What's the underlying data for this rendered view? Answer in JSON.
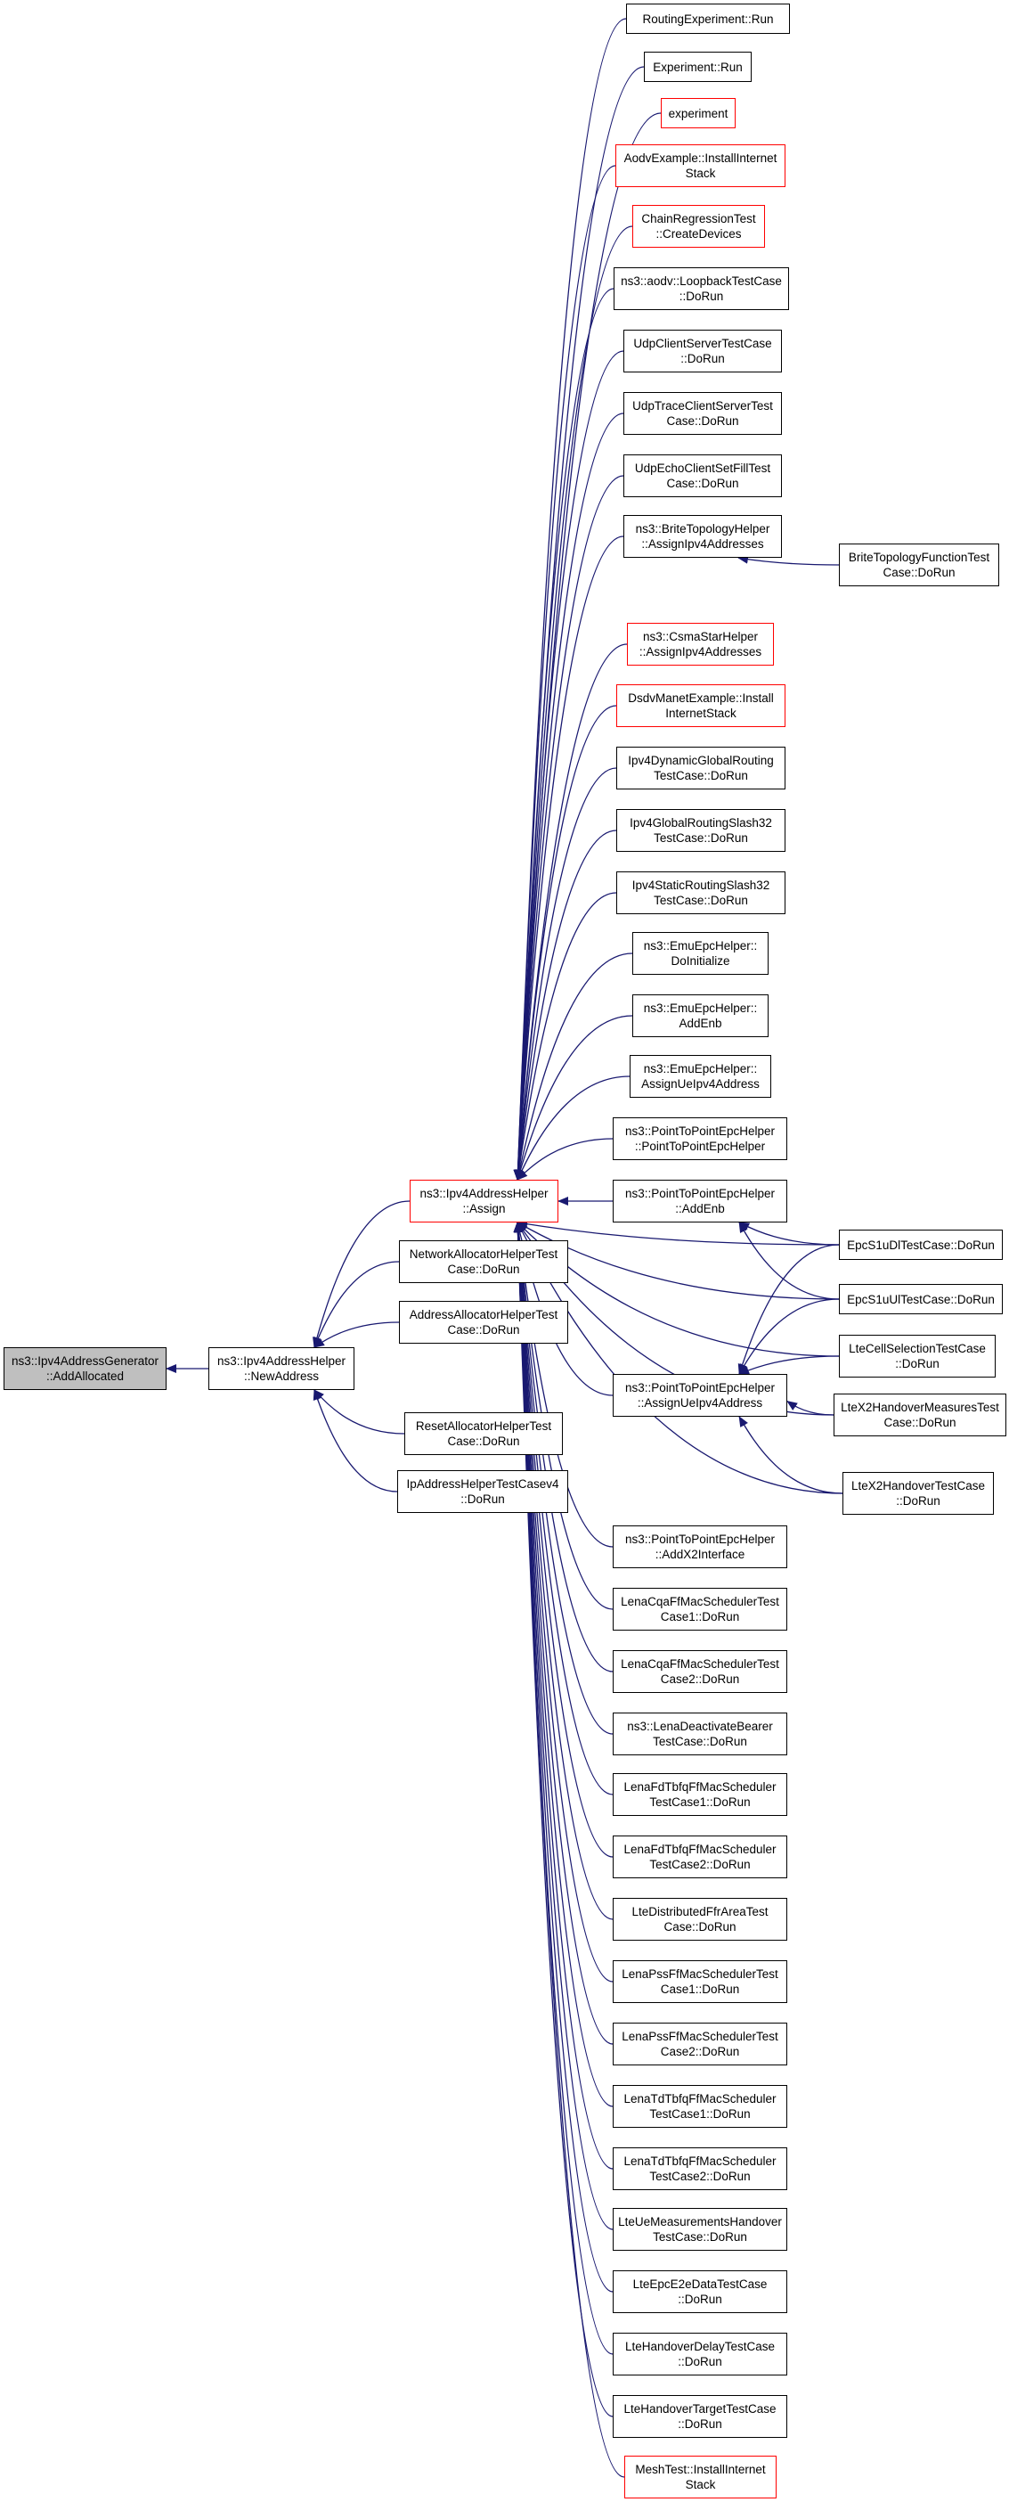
{
  "colors": {
    "edge": "#191970",
    "normal_border": "#000000",
    "truncated_border": "#ff0000",
    "root_fill": "#bfbfbf"
  },
  "nodes": [
    {
      "id": "root",
      "label": "ns3::Ipv4AddressGenerator\n::AddAllocated",
      "style": "root"
    },
    {
      "id": "newaddr",
      "label": "ns3::Ipv4AddressHelper\n::NewAddress",
      "style": "normal"
    },
    {
      "id": "assign",
      "label": "ns3::Ipv4AddressHelper\n::Assign",
      "style": "red"
    },
    {
      "id": "netalloc",
      "label": "NetworkAllocatorHelperTest\nCase::DoRun",
      "style": "normal"
    },
    {
      "id": "addralloc",
      "label": "AddressAllocatorHelperTest\nCase::DoRun",
      "style": "normal"
    },
    {
      "id": "resetalloc",
      "label": "ResetAllocatorHelperTest\nCase::DoRun",
      "style": "normal"
    },
    {
      "id": "ipaddrv4",
      "label": "IpAddressHelperTestCasev4\n::DoRun",
      "style": "normal"
    },
    {
      "id": "n1",
      "label": "RoutingExperiment::Run",
      "style": "normal"
    },
    {
      "id": "n2",
      "label": "Experiment::Run",
      "style": "normal"
    },
    {
      "id": "n3",
      "label": "experiment",
      "style": "red"
    },
    {
      "id": "n4",
      "label": "AodvExample::InstallInternet\nStack",
      "style": "red"
    },
    {
      "id": "n5",
      "label": "ChainRegressionTest\n::CreateDevices",
      "style": "red"
    },
    {
      "id": "n6",
      "label": "ns3::aodv::LoopbackTestCase\n::DoRun",
      "style": "normal"
    },
    {
      "id": "n7",
      "label": "UdpClientServerTestCase\n::DoRun",
      "style": "normal"
    },
    {
      "id": "n8",
      "label": "UdpTraceClientServerTest\nCase::DoRun",
      "style": "normal"
    },
    {
      "id": "n9",
      "label": "UdpEchoClientSetFillTest\nCase::DoRun",
      "style": "normal"
    },
    {
      "id": "n10",
      "label": "ns3::BriteTopologyHelper\n::AssignIpv4Addresses",
      "style": "normal"
    },
    {
      "id": "n11",
      "label": "ns3::CsmaStarHelper\n::AssignIpv4Addresses",
      "style": "red"
    },
    {
      "id": "n12",
      "label": "DsdvManetExample::Install\nInternetStack",
      "style": "red"
    },
    {
      "id": "n13",
      "label": "Ipv4DynamicGlobalRouting\nTestCase::DoRun",
      "style": "normal"
    },
    {
      "id": "n14",
      "label": "Ipv4GlobalRoutingSlash32\nTestCase::DoRun",
      "style": "normal"
    },
    {
      "id": "n15",
      "label": "Ipv4StaticRoutingSlash32\nTestCase::DoRun",
      "style": "normal"
    },
    {
      "id": "n16",
      "label": "ns3::EmuEpcHelper::\nDoInitialize",
      "style": "normal"
    },
    {
      "id": "n17",
      "label": "ns3::EmuEpcHelper::\nAddEnb",
      "style": "normal"
    },
    {
      "id": "n18",
      "label": "ns3::EmuEpcHelper::\nAssignUeIpv4Address",
      "style": "normal"
    },
    {
      "id": "n19",
      "label": "ns3::PointToPointEpcHelper\n::PointToPointEpcHelper",
      "style": "normal"
    },
    {
      "id": "n20",
      "label": "ns3::PointToPointEpcHelper\n::AddEnb",
      "style": "normal"
    },
    {
      "id": "n21",
      "label": "ns3::PointToPointEpcHelper\n::AssignUeIpv4Address",
      "style": "normal"
    },
    {
      "id": "n22",
      "label": "ns3::PointToPointEpcHelper\n::AddX2Interface",
      "style": "normal"
    },
    {
      "id": "n23",
      "label": "LenaCqaFfMacSchedulerTest\nCase1::DoRun",
      "style": "normal"
    },
    {
      "id": "n24",
      "label": "LenaCqaFfMacSchedulerTest\nCase2::DoRun",
      "style": "normal"
    },
    {
      "id": "n25",
      "label": "ns3::LenaDeactivateBearer\nTestCase::DoRun",
      "style": "normal"
    },
    {
      "id": "n26",
      "label": "LenaFdTbfqFfMacScheduler\nTestCase1::DoRun",
      "style": "normal"
    },
    {
      "id": "n27",
      "label": "LenaFdTbfqFfMacScheduler\nTestCase2::DoRun",
      "style": "normal"
    },
    {
      "id": "n28",
      "label": "LteDistributedFfrAreaTest\nCase::DoRun",
      "style": "normal"
    },
    {
      "id": "n29",
      "label": "LenaPssFfMacSchedulerTest\nCase1::DoRun",
      "style": "normal"
    },
    {
      "id": "n30",
      "label": "LenaPssFfMacSchedulerTest\nCase2::DoRun",
      "style": "normal"
    },
    {
      "id": "n31",
      "label": "LenaTdTbfqFfMacScheduler\nTestCase1::DoRun",
      "style": "normal"
    },
    {
      "id": "n32",
      "label": "LenaTdTbfqFfMacScheduler\nTestCase2::DoRun",
      "style": "normal"
    },
    {
      "id": "n33",
      "label": "LteUeMeasurementsHandover\nTestCase::DoRun",
      "style": "normal"
    },
    {
      "id": "n34",
      "label": "LteEpcE2eDataTestCase\n::DoRun",
      "style": "normal"
    },
    {
      "id": "n35",
      "label": "LteHandoverDelayTestCase\n::DoRun",
      "style": "normal"
    },
    {
      "id": "n36",
      "label": "LteHandoverTargetTestCase\n::DoRun",
      "style": "normal"
    },
    {
      "id": "n37",
      "label": "MeshTest::InstallInternet\nStack",
      "style": "red"
    },
    {
      "id": "r1",
      "label": "BriteTopologyFunctionTest\nCase::DoRun",
      "style": "normal"
    },
    {
      "id": "r2",
      "label": "EpcS1uDlTestCase::DoRun",
      "style": "normal"
    },
    {
      "id": "r3",
      "label": "EpcS1uUlTestCase::DoRun",
      "style": "normal"
    },
    {
      "id": "r4",
      "label": "LteCellSelectionTestCase\n::DoRun",
      "style": "normal"
    },
    {
      "id": "r5",
      "label": "LteX2HandoverMeasuresTest\nCase::DoRun",
      "style": "normal"
    },
    {
      "id": "r6",
      "label": "LteX2HandoverTestCase\n::DoRun",
      "style": "normal"
    }
  ],
  "edges": [
    {
      "from": "newaddr",
      "to": "root"
    },
    {
      "from": "assign",
      "to": "newaddr"
    },
    {
      "from": "netalloc",
      "to": "newaddr"
    },
    {
      "from": "addralloc",
      "to": "newaddr"
    },
    {
      "from": "resetalloc",
      "to": "newaddr"
    },
    {
      "from": "ipaddrv4",
      "to": "newaddr"
    },
    {
      "from": "n1",
      "to": "assign"
    },
    {
      "from": "n2",
      "to": "assign"
    },
    {
      "from": "n3",
      "to": "assign"
    },
    {
      "from": "n4",
      "to": "assign"
    },
    {
      "from": "n5",
      "to": "assign"
    },
    {
      "from": "n6",
      "to": "assign"
    },
    {
      "from": "n7",
      "to": "assign"
    },
    {
      "from": "n8",
      "to": "assign"
    },
    {
      "from": "n9",
      "to": "assign"
    },
    {
      "from": "n10",
      "to": "assign"
    },
    {
      "from": "n11",
      "to": "assign"
    },
    {
      "from": "n12",
      "to": "assign"
    },
    {
      "from": "n13",
      "to": "assign"
    },
    {
      "from": "n14",
      "to": "assign"
    },
    {
      "from": "n15",
      "to": "assign"
    },
    {
      "from": "n16",
      "to": "assign"
    },
    {
      "from": "n17",
      "to": "assign"
    },
    {
      "from": "n18",
      "to": "assign"
    },
    {
      "from": "n19",
      "to": "assign"
    },
    {
      "from": "n20",
      "to": "assign"
    },
    {
      "from": "n21",
      "to": "assign"
    },
    {
      "from": "n22",
      "to": "assign"
    },
    {
      "from": "n23",
      "to": "assign"
    },
    {
      "from": "n24",
      "to": "assign"
    },
    {
      "from": "n25",
      "to": "assign"
    },
    {
      "from": "n26",
      "to": "assign"
    },
    {
      "from": "n27",
      "to": "assign"
    },
    {
      "from": "n28",
      "to": "assign"
    },
    {
      "from": "n29",
      "to": "assign"
    },
    {
      "from": "n30",
      "to": "assign"
    },
    {
      "from": "n31",
      "to": "assign"
    },
    {
      "from": "n32",
      "to": "assign"
    },
    {
      "from": "n33",
      "to": "assign"
    },
    {
      "from": "n34",
      "to": "assign"
    },
    {
      "from": "n35",
      "to": "assign"
    },
    {
      "from": "n36",
      "to": "assign"
    },
    {
      "from": "n37",
      "to": "assign"
    },
    {
      "from": "r1",
      "to": "n10"
    },
    {
      "from": "r2",
      "to": "n20"
    },
    {
      "from": "r3",
      "to": "n20"
    },
    {
      "from": "r2",
      "to": "n21"
    },
    {
      "from": "r3",
      "to": "n21"
    },
    {
      "from": "r4",
      "to": "n21"
    },
    {
      "from": "r5",
      "to": "n21"
    },
    {
      "from": "r6",
      "to": "n21"
    },
    {
      "from": "r2",
      "to": "assign"
    },
    {
      "from": "r3",
      "to": "assign"
    },
    {
      "from": "r4",
      "to": "assign"
    },
    {
      "from": "r5",
      "to": "assign"
    },
    {
      "from": "r6",
      "to": "assign"
    }
  ]
}
